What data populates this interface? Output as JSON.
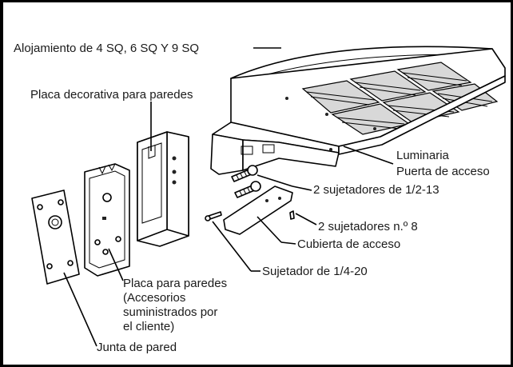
{
  "labels": {
    "housing": "Alojamiento de 4 SQ, 6 SQ Y 9 SQ",
    "decorative_plate": "Placa decorativa para paredes",
    "luminaire": "Luminaria",
    "access_door": "Puerta de acceso",
    "fasteners_half_13": "2 sujetadores de 1/2-13",
    "fasteners_no8": "2 sujetadores n.º 8",
    "access_cover": "Cubierta de acceso",
    "fastener_quarter_20": "Sujetador de 1/4-20",
    "wall_plate_line1": "Placa para paredes",
    "wall_plate_line2": "(Accesorios",
    "wall_plate_line3": "suministrados por",
    "wall_plate_line4": "el cliente)",
    "wall_gasket": "Junta de pared"
  }
}
